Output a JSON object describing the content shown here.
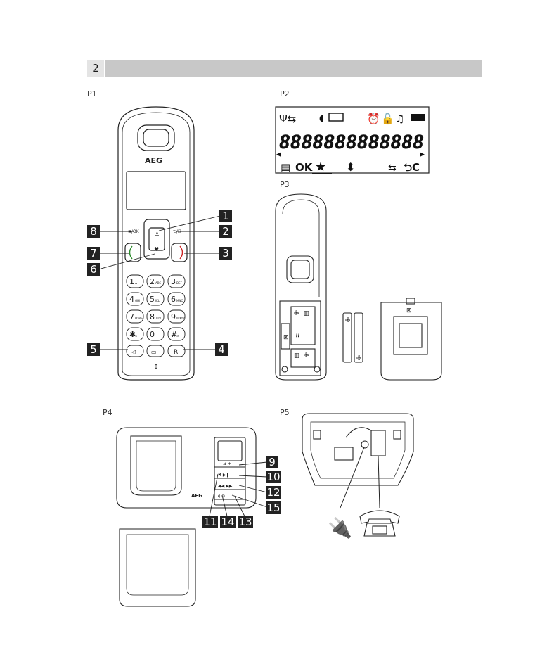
{
  "section": {
    "number": "2"
  },
  "panels": {
    "p1": {
      "label": "P1",
      "brand": "AEG",
      "soft_left": "≣/OK",
      "soft_right": "⮌/☒",
      "keys": [
        {
          "main": "1",
          "sub": "⌴"
        },
        {
          "main": "2",
          "sub": "ABC"
        },
        {
          "main": "3",
          "sub": "DEF"
        },
        {
          "main": "4",
          "sub": "GHI"
        },
        {
          "main": "5",
          "sub": "JKL"
        },
        {
          "main": "6",
          "sub": "MNO"
        },
        {
          "main": "7",
          "sub": "PQRS"
        },
        {
          "main": "8",
          "sub": "TUV"
        },
        {
          "main": "9",
          "sub": "WXYZ"
        },
        {
          "main": "✱",
          "sub": "⊕"
        },
        {
          "main": "0",
          "sub": ""
        },
        {
          "main": "#",
          "sub": "∅"
        }
      ],
      "bottom_r": "R"
    },
    "p2": {
      "label": "P2",
      "segments": "8888888888888",
      "ok": "OK"
    },
    "p3": {
      "label": "P3"
    },
    "p4": {
      "label": "P4",
      "brand": "AEG"
    },
    "p5": {
      "label": "P5"
    }
  },
  "callouts": [
    "1",
    "2",
    "3",
    "4",
    "5",
    "6",
    "7",
    "8",
    "9",
    "10",
    "11",
    "12",
    "13",
    "14",
    "15"
  ]
}
